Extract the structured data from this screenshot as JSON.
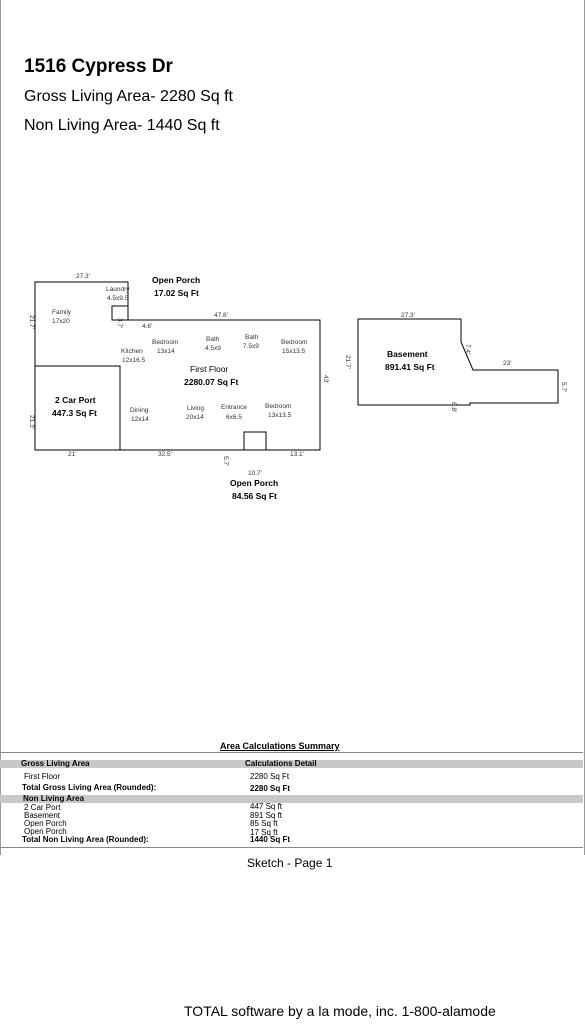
{
  "header": {
    "address": "1516 Cypress Dr",
    "gross_living_area": "Gross Living Area- 2280 Sq ft",
    "non_living_area": "Non Living Area- 1440 Sq ft"
  },
  "sketch": {
    "open_porch_top": {
      "name": "Open Porch",
      "value": "17.02 Sq Ft"
    },
    "first_floor": {
      "name": "First Floor",
      "value": "2280.07 Sq Ft"
    },
    "car_port": {
      "name": "2 Car Port",
      "value": "447.3 Sq Ft"
    },
    "basement": {
      "name": "Basement",
      "value": "891.41 Sq Ft"
    },
    "open_porch_bottom": {
      "name": "Open Porch",
      "value": "84.56 Sq Ft"
    },
    "rooms": {
      "laundry": [
        "Laundry",
        "4.5x9.5"
      ],
      "family": [
        "Family",
        "17x20"
      ],
      "bedroom1": [
        "Bedroom",
        "13x14"
      ],
      "bath1": [
        "Bath",
        "4.5x9"
      ],
      "bath2": [
        "Bath",
        "7.5x9"
      ],
      "bedroom2": [
        "Bedroom",
        "15x13.5"
      ],
      "kitchen": [
        "Kitchen",
        "12x16.5"
      ],
      "dining": [
        "Dining",
        "12x14"
      ],
      "living": [
        "Living",
        "20x14"
      ],
      "entrance": [
        "Entrance",
        "6x6.5"
      ],
      "bedroom3": [
        "Bedroom",
        "13x13.5"
      ]
    },
    "dims": {
      "top_left": "27.3'",
      "laundry_side": "3.7'",
      "notch": "4.6'",
      "top_mid": "47.8'",
      "left_upper": "21.7'",
      "left_lower": "21.3'",
      "bottom_carport": "21'",
      "bottom_mid": "32.5'",
      "porch_side": "5.7'",
      "bottom_right": "13.1'",
      "right_side": "43'",
      "porch_width": "10.7'",
      "basement_top": "27.3'",
      "basement_left": "21.7'",
      "basement_diag": "7.4'",
      "basement_right_top": "23'",
      "basement_right": "5.7'",
      "basement_notch": "6.8'"
    }
  },
  "summary": {
    "title": "Area Calculations Summary",
    "gla_header": "Gross Living Area",
    "calc_header": "Calculations Detail",
    "first_floor_label": "First Floor",
    "first_floor_value": "2280 Sq Ft",
    "total_gla_label": "Total Gross Living Area (Rounded):",
    "total_gla_value": "2280 Sq Ft",
    "nla_header": "Non Living Area",
    "nla_rows": [
      {
        "label": "2 Car Port",
        "value": "447 Sq ft"
      },
      {
        "label": "Basement",
        "value": "891 Sq ft"
      },
      {
        "label": "Open Porch",
        "value": "85 Sq ft"
      },
      {
        "label": "Open Porch",
        "value": "17 Sq ft"
      }
    ],
    "total_nla_label": "Total Non Living Area (Rounded):",
    "total_nla_value": "1440 Sq Ft"
  },
  "page_label": "Sketch - Page 1",
  "footer": "TOTAL software by a la mode, inc.  1-800-alamode"
}
